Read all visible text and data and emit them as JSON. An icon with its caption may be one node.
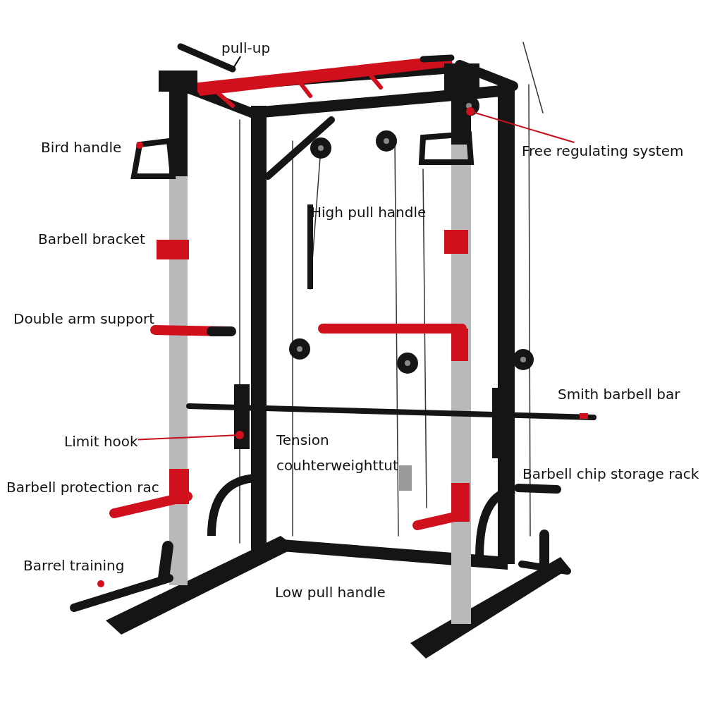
{
  "diagram": {
    "nodes": [
      {
        "text": [
          "pull-up"
        ]
      },
      {
        "text": [
          "Free regulating system"
        ]
      },
      {
        "text": [],
        "shape": "circle"
      },
      {
        "text": [
          "Limit hook"
        ]
      },
      {
        "text": [],
        "shape": "circle"
      }
    ],
    "edges": [
      {
        "from": 0,
        "to": null,
        "arrow": "none",
        "color": "#000000"
      },
      {
        "from": 1,
        "to": 2,
        "arrow": "none"
      },
      {
        "from": 3,
        "to": 4,
        "arrow": "none"
      }
    ],
    "labels": [
      "Bird handle",
      "High pull handle",
      "Barbell bracket",
      "Double arm support",
      "Smith barbell bar",
      "Tension couhterweighttut",
      "Barbell chip storage rack",
      "Barbell protection rac",
      "Barrel training",
      "Low pull handle"
    ]
  }
}
